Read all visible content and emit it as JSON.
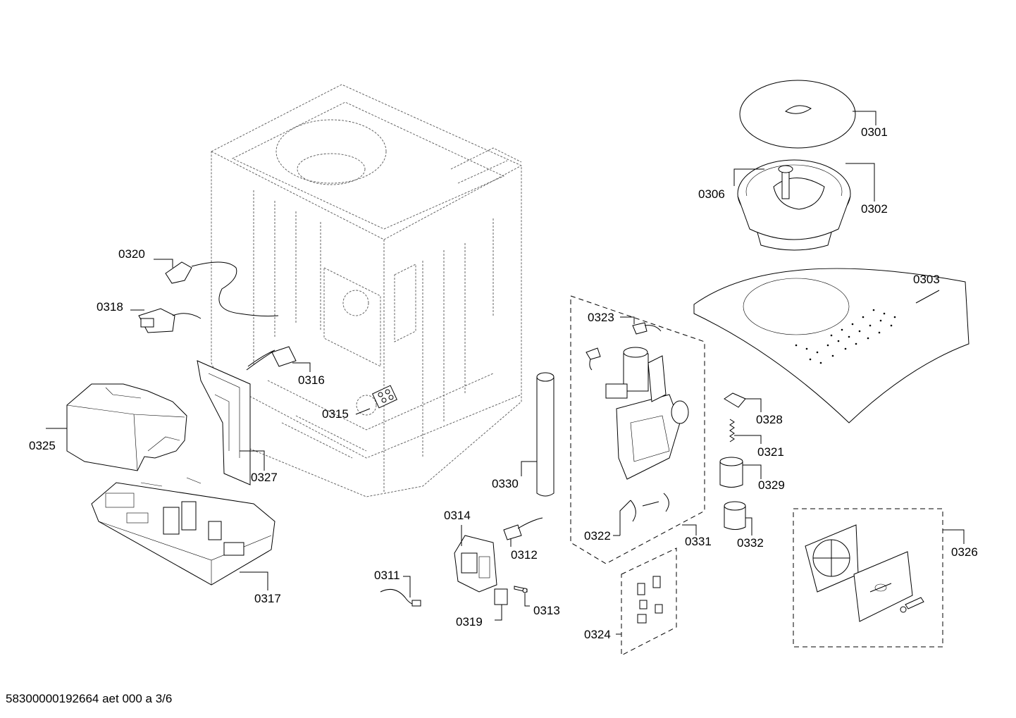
{
  "diagram": {
    "labels": {
      "p0301": "0301",
      "p0302": "0302",
      "p0303": "0303",
      "p0306": "0306",
      "p0311": "0311",
      "p0312": "0312",
      "p0313": "0313",
      "p0314": "0314",
      "p0315": "0315",
      "p0316": "0316",
      "p0317": "0317",
      "p0318": "0318",
      "p0319": "0319",
      "p0320": "0320",
      "p0321": "0321",
      "p0322": "0322",
      "p0323": "0323",
      "p0324": "0324",
      "p0325": "0325",
      "p0326": "0326",
      "p0327": "0327",
      "p0328": "0328",
      "p0329": "0329",
      "p0330": "0330",
      "p0331": "0331",
      "p0332": "0332"
    },
    "footer": "58300000192664 aet 000 a 3/6"
  }
}
